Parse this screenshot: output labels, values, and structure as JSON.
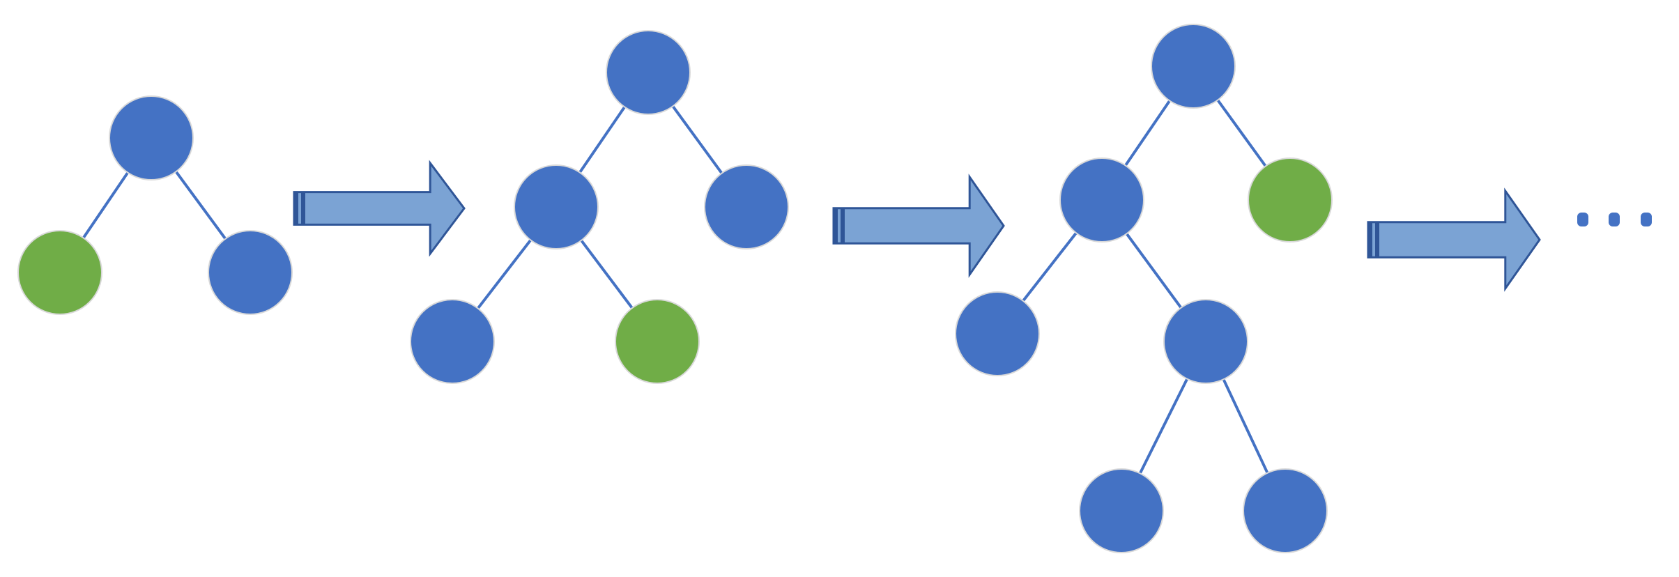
{
  "colors": {
    "node_default": "#4472C4",
    "node_highlight": "#70AD47",
    "edge": "#4472C4",
    "arrow_fill": "#7BA3D4",
    "arrow_stroke": "#2F5597",
    "background": "#FFFFFF"
  },
  "diagram": {
    "description_items": [],
    "trees": [
      {
        "id": "tree-1",
        "nodes": [
          {
            "id": "t1-root",
            "state": "default"
          },
          {
            "id": "t1-left",
            "state": "highlight"
          },
          {
            "id": "t1-right",
            "state": "default"
          }
        ],
        "edges": [
          [
            "t1-root",
            "t1-left"
          ],
          [
            "t1-root",
            "t1-right"
          ]
        ]
      },
      {
        "id": "tree-2",
        "nodes": [
          {
            "id": "t2-root",
            "state": "default"
          },
          {
            "id": "t2-left",
            "state": "default"
          },
          {
            "id": "t2-right",
            "state": "default"
          },
          {
            "id": "t2-left-left",
            "state": "default"
          },
          {
            "id": "t2-left-right",
            "state": "highlight"
          }
        ],
        "edges": [
          [
            "t2-root",
            "t2-left"
          ],
          [
            "t2-root",
            "t2-right"
          ],
          [
            "t2-left",
            "t2-left-left"
          ],
          [
            "t2-left",
            "t2-left-right"
          ]
        ]
      },
      {
        "id": "tree-3",
        "nodes": [
          {
            "id": "t3-root",
            "state": "default"
          },
          {
            "id": "t3-left",
            "state": "default"
          },
          {
            "id": "t3-right",
            "state": "highlight"
          },
          {
            "id": "t3-left-left",
            "state": "default"
          },
          {
            "id": "t3-left-right",
            "state": "default"
          },
          {
            "id": "t3-lr-left",
            "state": "default"
          },
          {
            "id": "t3-lr-right",
            "state": "default"
          }
        ],
        "edges": [
          [
            "t3-root",
            "t3-left"
          ],
          [
            "t3-root",
            "t3-right"
          ],
          [
            "t3-left",
            "t3-left-left"
          ],
          [
            "t3-left",
            "t3-left-right"
          ],
          [
            "t3-left-right",
            "t3-lr-left"
          ],
          [
            "t3-left-right",
            "t3-lr-right"
          ]
        ]
      }
    ],
    "arrows": [
      "arrow-1",
      "arrow-2",
      "arrow-3"
    ],
    "continuation": "ellipsis"
  }
}
